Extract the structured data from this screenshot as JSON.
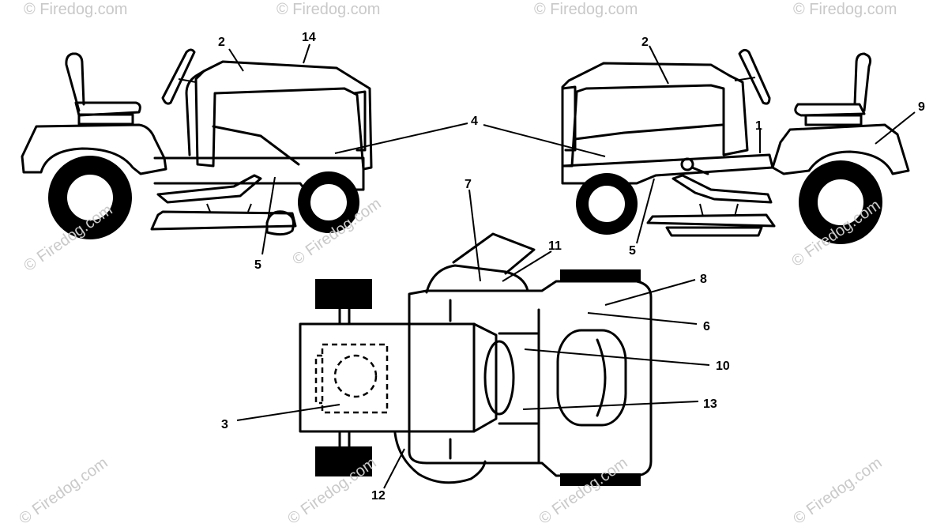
{
  "watermark": "© Firedog.com",
  "callouts": {
    "c1": "1",
    "c2": "2",
    "c3": "3",
    "c4": "4",
    "c5": "5",
    "c6": "6",
    "c7": "7",
    "c8": "8",
    "c9": "9",
    "c10": "10",
    "c11": "11",
    "c12": "12",
    "c13": "13",
    "c14": "14"
  }
}
